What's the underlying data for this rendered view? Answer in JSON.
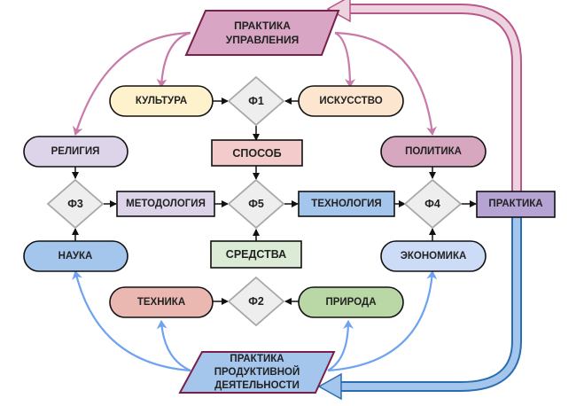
{
  "diagram": {
    "top_node": {
      "line1": "ПРАКТИКА",
      "line2": "УПРАВЛЕНИЯ",
      "fill": "#d8a5c4",
      "stroke": "#7a1f4a"
    },
    "bottom_node": {
      "line1": "ПРАКТИКА",
      "line2": "ПРОДУКТИВНОЙ",
      "line3": "ДЕЯТЕЛЬНОСТИ",
      "fill": "#a4c6ec",
      "stroke": "#7a1f4a"
    },
    "nodes": {
      "kultura": {
        "label": "КУЛЬТУРА",
        "fill": "#fdf2cc"
      },
      "iskusstvo": {
        "label": "ИСКУССТВО",
        "fill": "#fde6cf"
      },
      "religiya": {
        "label": "РЕЛИГИЯ",
        "fill": "#ddd4ea"
      },
      "politika": {
        "label": "ПОЛИТИКА",
        "fill": "#d7a6bf"
      },
      "nauka": {
        "label": "НАУКА",
        "fill": "#a4c6ec"
      },
      "ekonomika": {
        "label": "ЭКОНОМИКА",
        "fill": "#ccdcf7"
      },
      "tekhnika": {
        "label": "ТЕХНИКА",
        "fill": "#eab8b0"
      },
      "priroda": {
        "label": "ПРИРОДА",
        "fill": "#b9d8a6"
      },
      "sposob": {
        "label": "СПОСОБ",
        "fill": "#f3cbcb"
      },
      "sredstva": {
        "label": "СРЕДСТВА",
        "fill": "#dcebd5"
      },
      "metodologiya": {
        "label": "МЕТОДОЛОГИЯ",
        "fill": "#ddd4ea"
      },
      "tekhnologiya": {
        "label": "ТЕХНОЛОГИЯ",
        "fill": "#a4c6ec"
      },
      "praktika": {
        "label": "ПРАКТИКА",
        "fill": "#b5a4d3"
      }
    },
    "functions": {
      "f1": "Ф1",
      "f2": "Ф2",
      "f3": "Ф3",
      "f4": "Ф4",
      "f5": "Ф5"
    },
    "colors": {
      "diamond_fill": "#eeeeee",
      "diamond_stroke": "#a8a8a8",
      "pink_arrow": "#c87aa8",
      "blue_arrow": "#6fa3f0",
      "pink_band_fill": "#ecd3df",
      "pink_band_stroke": "#b8578a",
      "blue_band_fill": "#a4c6ec",
      "blue_band_stroke": "#2a6db0"
    }
  }
}
